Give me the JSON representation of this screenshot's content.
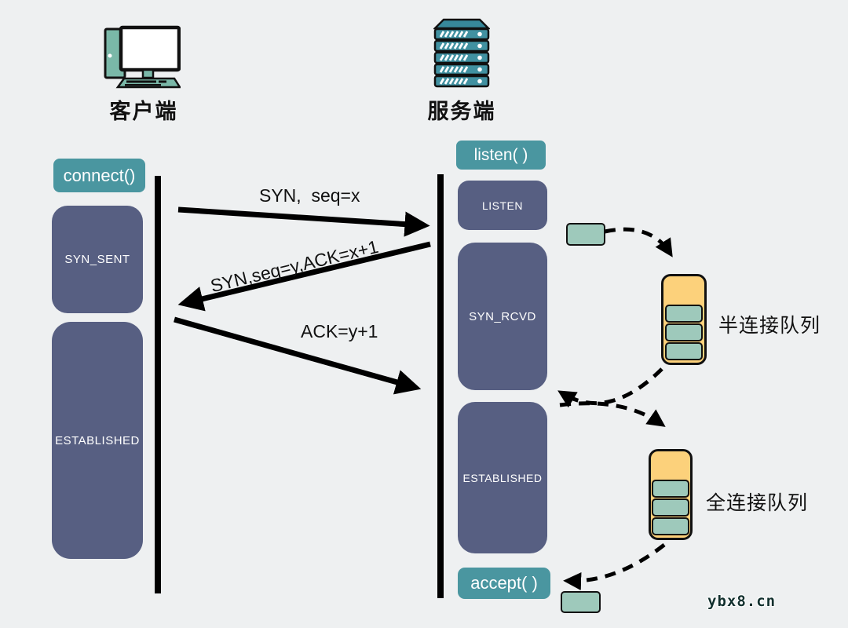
{
  "actors": {
    "client": {
      "label": "客户端",
      "icon": "desktop-computer-icon"
    },
    "server": {
      "label": "服务端",
      "icon": "server-rack-icon"
    }
  },
  "client_column": {
    "call": "connect()",
    "states": {
      "syn_sent": "SYN_SENT",
      "established": "ESTABLISHED"
    }
  },
  "server_column": {
    "listen_call": "listen( )",
    "accept_call": "accept( )",
    "states": {
      "listen": "LISTEN",
      "syn_rcvd": "SYN_RCVD",
      "established": "ESTABLISHED"
    }
  },
  "messages": {
    "syn": "SYN,  seq=x",
    "synack": "SYN,seq=y,ACK=x+1",
    "ack": "ACK=y+1"
  },
  "queues": {
    "half": {
      "label": "半连接队列",
      "cells": 3
    },
    "full": {
      "label": "全连接队列",
      "cells": 3
    }
  },
  "watermark": "ybx8.cn",
  "colors": {
    "background": "#eef0f1",
    "teal_call_box": "#4a96a0",
    "state_box": "#575f82",
    "queue_yellow": "#fcd17b",
    "cell_green": "#9ec9bb",
    "arrow_black": "#000000"
  }
}
